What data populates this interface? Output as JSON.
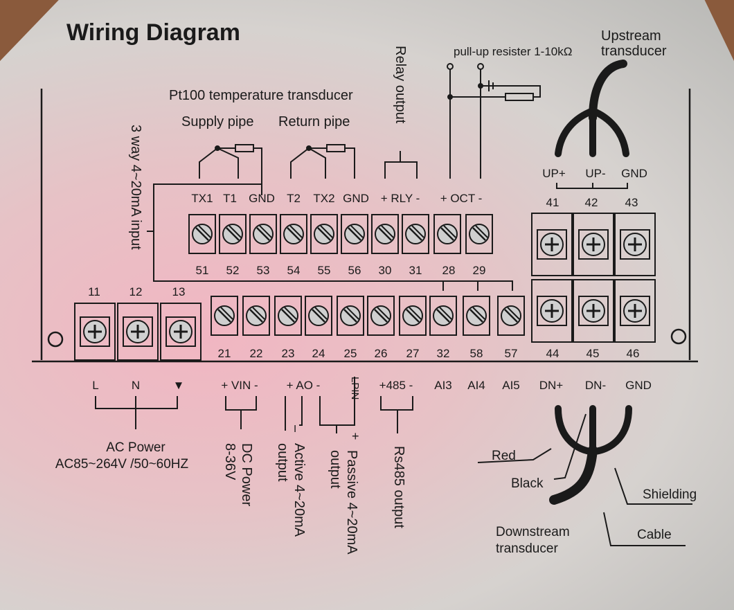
{
  "title": "Wiring Diagram",
  "top_labels": {
    "pt100": "Pt100 temperature transducer",
    "supply": "Supply pipe",
    "return": "Return pipe",
    "relay": "Relay output",
    "pullup": "pull-up resister 1-10kΩ",
    "upstream1": "Upstream",
    "upstream2": "transducer",
    "input420": "3 way 4~20mA input"
  },
  "upper_row": {
    "labels": [
      "TX1",
      "T1",
      "GND",
      "T2",
      "TX2",
      "GND",
      "+ RLY -",
      "+ OCT -"
    ],
    "numbers": [
      "51",
      "52",
      "53",
      "54",
      "55",
      "56",
      "30",
      "31",
      "28",
      "29"
    ]
  },
  "up_terminals": {
    "labels": [
      "UP+",
      "UP-",
      "GND"
    ],
    "numbers": [
      "41",
      "42",
      "43"
    ]
  },
  "power_terminals": {
    "numbers": [
      "11",
      "12",
      "13"
    ],
    "labels": [
      "L",
      "N",
      "▼"
    ]
  },
  "lower_row": {
    "numbers": [
      "21",
      "22",
      "23",
      "24",
      "25",
      "26",
      "27",
      "32",
      "58",
      "57"
    ],
    "labels": [
      "+ VIN -",
      "+ AO -",
      "LPIN",
      "+485 -",
      "AI3",
      "AI4",
      "AI5"
    ]
  },
  "dn_terminals": {
    "numbers": [
      "44",
      "45",
      "46"
    ],
    "labels": [
      "DN+",
      "DN-",
      "GND"
    ]
  },
  "bottom_labels": {
    "ac1": "AC Power",
    "ac2": "AC85~264V /50~60HZ",
    "dc1": "DC Power",
    "dc2": "8-36V",
    "active1": "Active 4~20mA",
    "active2": "output",
    "passive1": "Passive 4~20mA",
    "passive2": "output",
    "rs485": "Rs485 output",
    "i_mark": "I",
    "plus_mark": "+",
    "red": "Red",
    "black": "Black",
    "shielding": "Shielding",
    "downstream1": "Downstream",
    "downstream2": "transducer",
    "cable": "Cable"
  },
  "colors": {
    "ink": "#1a1a1a",
    "plate": "#d9d0cf"
  }
}
